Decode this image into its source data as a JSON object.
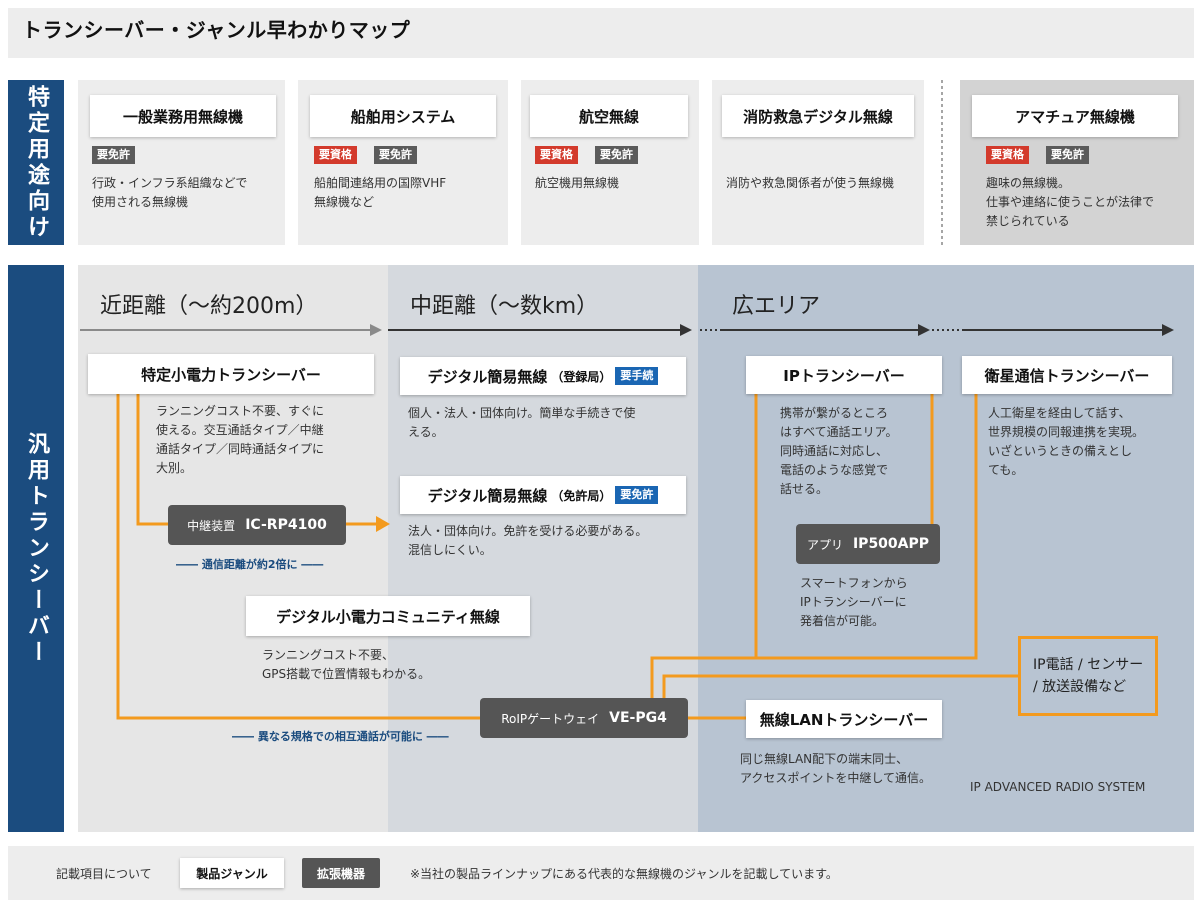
{
  "header": {
    "title": "トランシーバー・ジャンル早わかりマップ"
  },
  "side_labels": {
    "specific": "特定用途向け",
    "general": "汎用トランシーバー"
  },
  "badge_labels": {
    "qualification": "要資格",
    "license": "要免許",
    "procedure": "要手続"
  },
  "categories": [
    {
      "title": "一般業務用無線機",
      "badges": [
        "要免許"
      ],
      "desc": [
        "行政・インフラ系組織などで",
        "使用される無線機"
      ]
    },
    {
      "title": "船舶用システム",
      "badges": [
        "要資格",
        "要免許"
      ],
      "desc": [
        "船舶間連絡用の国際VHF",
        "無線機など"
      ]
    },
    {
      "title": "航空無線",
      "badges": [
        "要資格",
        "要免許"
      ],
      "desc": [
        "航空機用無線機"
      ]
    },
    {
      "title": "消防救急デジタル無線",
      "badges": [],
      "desc": [
        "消防や救急関係者が使う無線機"
      ]
    },
    {
      "title": "アマチュア無線機",
      "badges": [
        "要資格",
        "要免許"
      ],
      "desc": [
        "趣味の無線機。",
        "仕事や連絡に使うことが法律で",
        "禁じられている"
      ]
    }
  ],
  "zones": {
    "near": "近距離（～約200m）",
    "mid": "中距離（～数km）",
    "wide": "広エリア"
  },
  "nodes": {
    "tokutei": {
      "title": "特定小電力トランシーバー",
      "desc": [
        "ランニングコスト不要、すぐに",
        "使える。交互通話タイプ／中継",
        "通話タイプ／同時通話タイプに",
        "大別。"
      ]
    },
    "digital_reg": {
      "title": "デジタル簡易無線",
      "suffix": "（登録局）",
      "badge": "要手続",
      "desc": [
        "個人・法人・団体向け。簡単な手続きで使",
        "える。"
      ]
    },
    "digital_lic": {
      "title": "デジタル簡易無線",
      "suffix": "（免許局）",
      "badge": "要免許",
      "desc": [
        "法人・団体向け。免許を受ける必要がある。",
        "混信しにくい。"
      ]
    },
    "community": {
      "title": "デジタル小電力コミュニティ無線",
      "desc": [
        "ランニングコスト不要、",
        "GPS搭載で位置情報もわかる。"
      ]
    },
    "ip": {
      "title": "IPトランシーバー",
      "desc": [
        "携帯が繋がるところ",
        "はすべて通話エリア。",
        "同時通話に対応し、",
        "電話のような感覚で",
        "話せる。"
      ]
    },
    "satellite": {
      "title": "衛星通信トランシーバー",
      "desc": [
        "人工衛星を経由して話す、",
        "世界規模の同報連携を実現。",
        "いざというときの備えとし",
        "ても。"
      ]
    },
    "wlan": {
      "title": "無線LANトランシーバー",
      "desc": [
        "同じ無線LAN配下の端末同士、",
        "アクセスポイントを中継して通信。"
      ]
    },
    "ipphone": {
      "lines": [
        "IP電話 / センサー",
        "/ 放送設備など"
      ]
    }
  },
  "devices": {
    "repeater": {
      "type": "中継装置",
      "model": "IC-RP4100"
    },
    "app": {
      "type": "アプリ",
      "model": "IP500APP",
      "desc": [
        "スマートフォンから",
        "IPトランシーバーに",
        "発着信が可能。"
      ]
    },
    "gateway": {
      "type": "RoIPゲートウェイ",
      "model": "VE-PG4"
    }
  },
  "notes": {
    "repeater": "―― 通信距離が約2倍に ――",
    "gateway": "―― 異なる規格での相互通話が可能に ――",
    "brand": "IP ADVANCED RADIO SYSTEM"
  },
  "footer": {
    "label": "記載項目について",
    "product": "製品ジャンル",
    "extension": "拡張機器",
    "note": "※当社の製品ラインナップにある代表的な無線機のジャンルを記載しています。"
  },
  "colors": {
    "navy": "#1b4c7f",
    "orange": "#f39a1e",
    "red": "#d33a2c",
    "blue": "#1a66b3"
  }
}
